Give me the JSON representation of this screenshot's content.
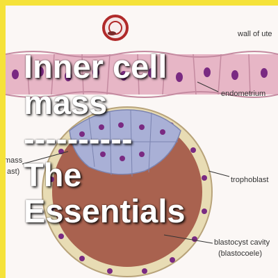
{
  "labels": {
    "wall": "wall of ute",
    "endometrium": "endometrium",
    "inner_mass_a": "mass",
    "inner_mass_b": "ast)",
    "trophoblast": "trophoblast",
    "cavity_1": "blastocyst cavity",
    "cavity_2": "(blastocoele)"
  },
  "overlay": {
    "line1": "Inner cell",
    "line2": "mass",
    "line3": "----------",
    "line4": "The",
    "line5": "Essentials"
  },
  "colors": {
    "border": "#f5e23a",
    "uterine_cells": "#e7b6c6",
    "nuclei": "#7a2a82",
    "inner_cells": "#a9b0d6",
    "trophoblast": "#e8dcb4",
    "cavity": "#a9624f"
  }
}
